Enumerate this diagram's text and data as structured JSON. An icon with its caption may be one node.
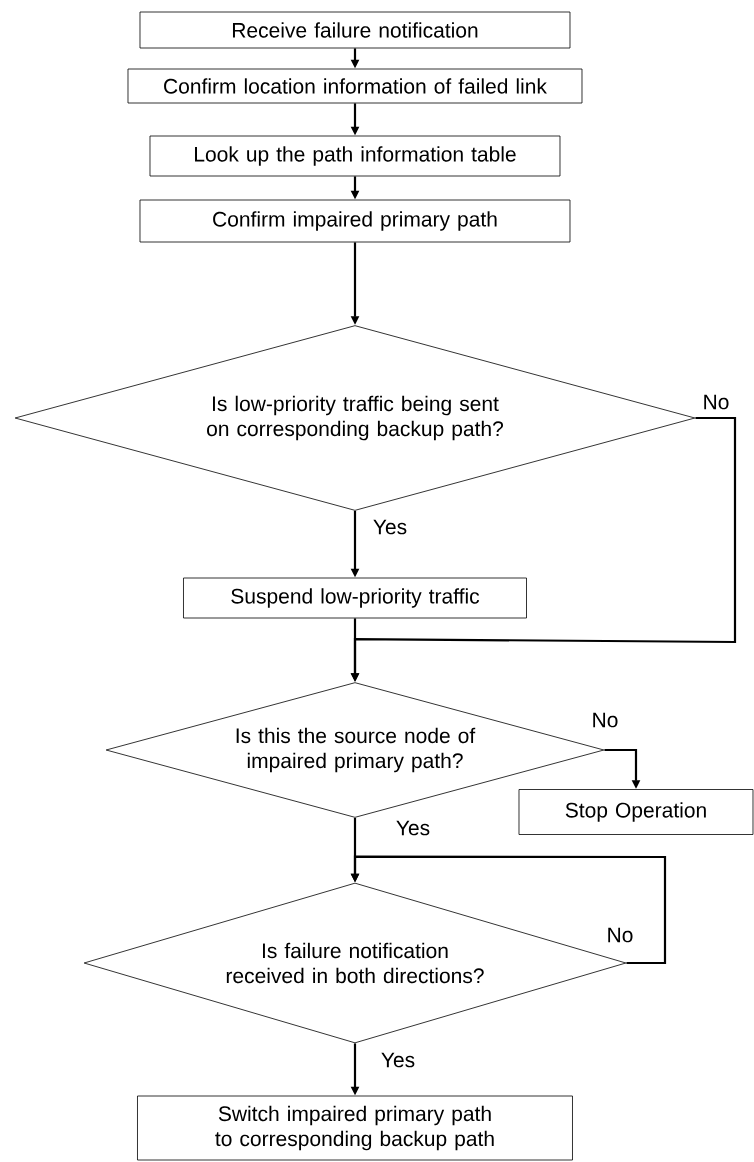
{
  "diagram": {
    "nodes": [
      {
        "text": [
          "Receive failure notification"
        ]
      },
      {
        "text": [
          "Confirm location information of failed link"
        ]
      },
      {
        "text": [
          "Look up the path information table"
        ]
      },
      {
        "text": [
          "Confirm impaired primary path"
        ]
      },
      {
        "text": [
          "Is low-priority traffic being sent on corresponding backup path?"
        ]
      },
      {
        "text": [
          "Suspend low-priority traffic"
        ]
      },
      {
        "text": [
          "Is this the source node of impaired primary path?"
        ]
      },
      {
        "text": [
          "Stop Operation"
        ]
      },
      {
        "text": [
          "Is failure notification received in both directions?"
        ]
      },
      {
        "text": [
          "Switch impaired primary path to corresponding backup path"
        ]
      }
    ],
    "edges": [
      {
        "from": 0,
        "to": 1,
        "arrow": "to"
      },
      {
        "from": 1,
        "to": 2,
        "arrow": "to"
      },
      {
        "from": 2,
        "to": 3,
        "arrow": "to"
      },
      {
        "from": 3,
        "to": 4,
        "arrow": "to"
      },
      {
        "from": 4,
        "to": 5,
        "arrow": "to",
        "label": "Yes"
      },
      {
        "from": 4,
        "to": 6,
        "arrow": "to",
        "label": "No"
      },
      {
        "from": 5,
        "to": 6,
        "arrow": "to"
      },
      {
        "from": 6,
        "to": 7,
        "arrow": "to",
        "label": "No"
      },
      {
        "from": 6,
        "to": 8,
        "arrow": "to",
        "label": "Yes"
      },
      {
        "from": 8,
        "to": 8,
        "arrow": "to",
        "label": "No"
      },
      {
        "from": 8,
        "to": 9,
        "arrow": "to",
        "label": "Yes"
      }
    ]
  }
}
